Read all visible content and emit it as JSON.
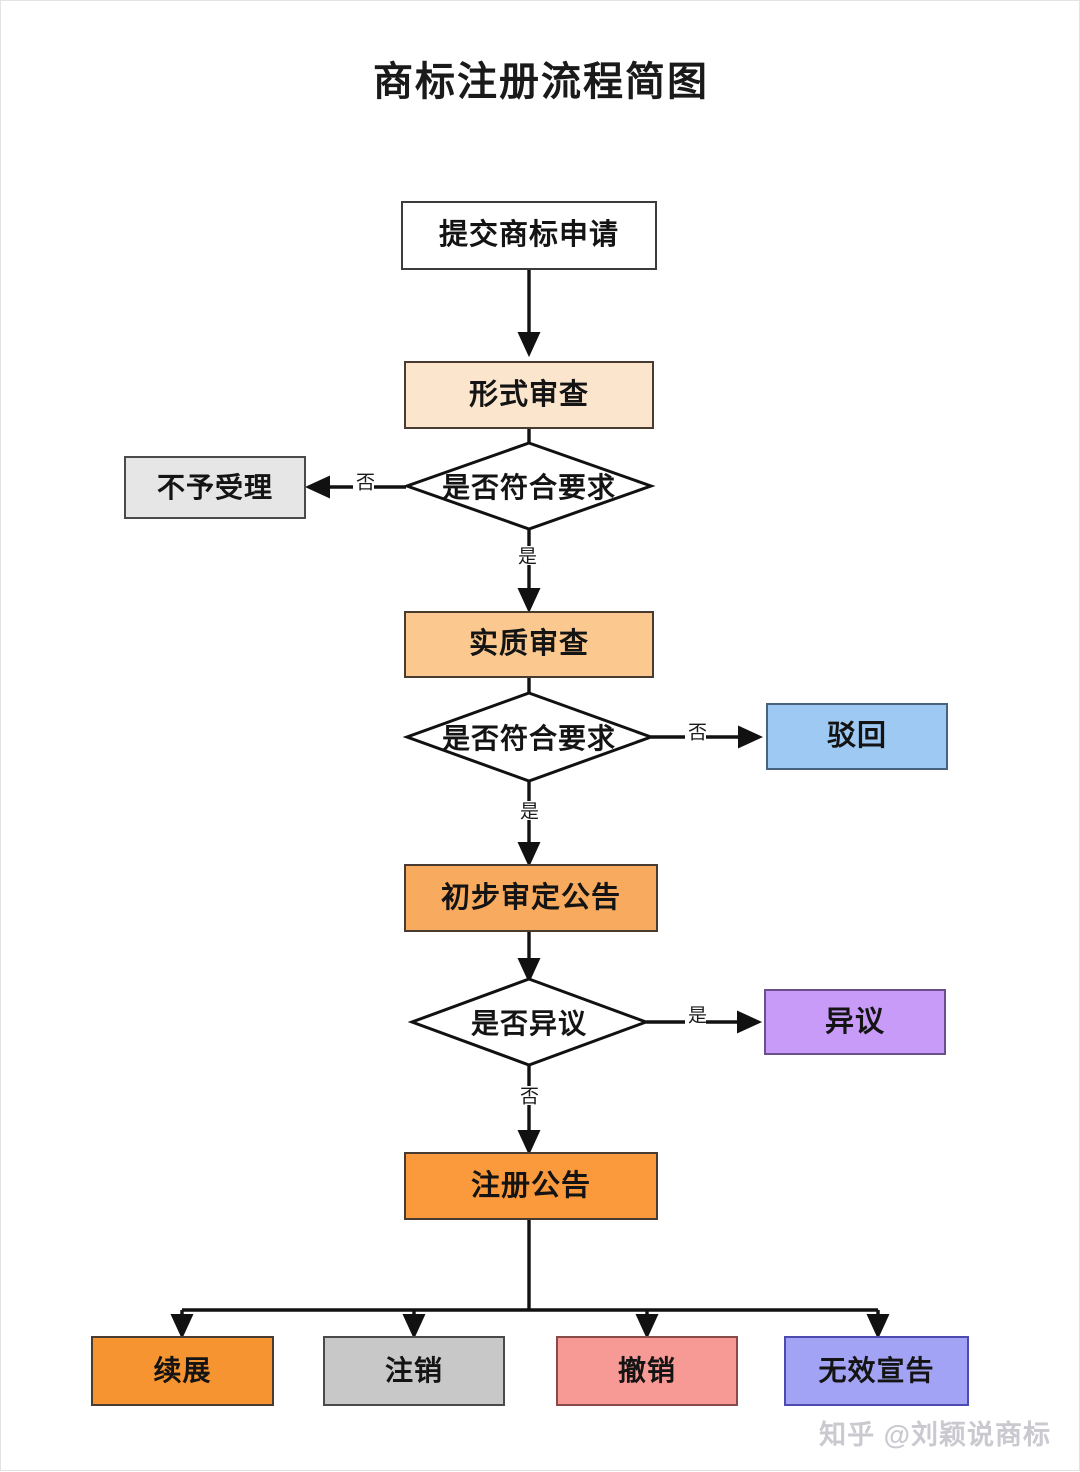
{
  "title": "商标注册流程简图",
  "watermark": "知乎 @刘颖说商标",
  "nodes": {
    "submit": {
      "label": "提交商标申请",
      "fill": "#ffffff"
    },
    "formal_exam": {
      "label": "形式审查",
      "fill": "#fce5cd"
    },
    "not_accepted": {
      "label": "不予受理",
      "fill": "#e6e6e6"
    },
    "substantive_exam": {
      "label": "实质审查",
      "fill": "#fbc98f"
    },
    "rejected": {
      "label": "驳回",
      "fill": "#9dc9f2"
    },
    "preliminary_notice": {
      "label": "初步审定公告",
      "fill": "#f8ab5e"
    },
    "opposition": {
      "label": "异议",
      "fill": "#c79bf7"
    },
    "registration_notice": {
      "label": "注册公告",
      "fill": "#fb9a3c"
    },
    "renewal": {
      "label": "续展",
      "fill": "#f69431"
    },
    "cancellation": {
      "label": "注销",
      "fill": "#c8c8c8"
    },
    "revocation": {
      "label": "撤销",
      "fill": "#f79a96"
    },
    "invalidation": {
      "label": "无效宣告",
      "fill": "#a3a3f5"
    }
  },
  "decisions": {
    "formal_check": {
      "label": "是否符合要求"
    },
    "substantive_check": {
      "label": "是否符合要求"
    },
    "opposition_check": {
      "label": "是否异议"
    }
  },
  "edge_labels": {
    "formal_no": "否",
    "formal_yes": "是",
    "substantive_no": "否",
    "substantive_yes": "是",
    "opposition_yes": "是",
    "opposition_no": "否"
  },
  "chart_data": {
    "type": "diagram",
    "title": "商标注册流程简图",
    "flow": [
      {
        "from": "提交商标申请",
        "to": "形式审查",
        "label": ""
      },
      {
        "from": "形式审查",
        "to": "是否符合要求",
        "label": ""
      },
      {
        "from": "是否符合要求",
        "to": "不予受理",
        "label": "否"
      },
      {
        "from": "是否符合要求",
        "to": "实质审查",
        "label": "是"
      },
      {
        "from": "实质审查",
        "to": "是否符合要求",
        "label": ""
      },
      {
        "from": "是否符合要求",
        "to": "驳回",
        "label": "否"
      },
      {
        "from": "是否符合要求",
        "to": "初步审定公告",
        "label": "是"
      },
      {
        "from": "初步审定公告",
        "to": "是否异议",
        "label": ""
      },
      {
        "from": "是否异议",
        "to": "异议",
        "label": "是"
      },
      {
        "from": "是否异议",
        "to": "注册公告",
        "label": "否"
      },
      {
        "from": "注册公告",
        "to": "续展",
        "label": ""
      },
      {
        "from": "注册公告",
        "to": "注销",
        "label": ""
      },
      {
        "from": "注册公告",
        "to": "撤销",
        "label": ""
      },
      {
        "from": "注册公告",
        "to": "无效宣告",
        "label": ""
      }
    ]
  }
}
